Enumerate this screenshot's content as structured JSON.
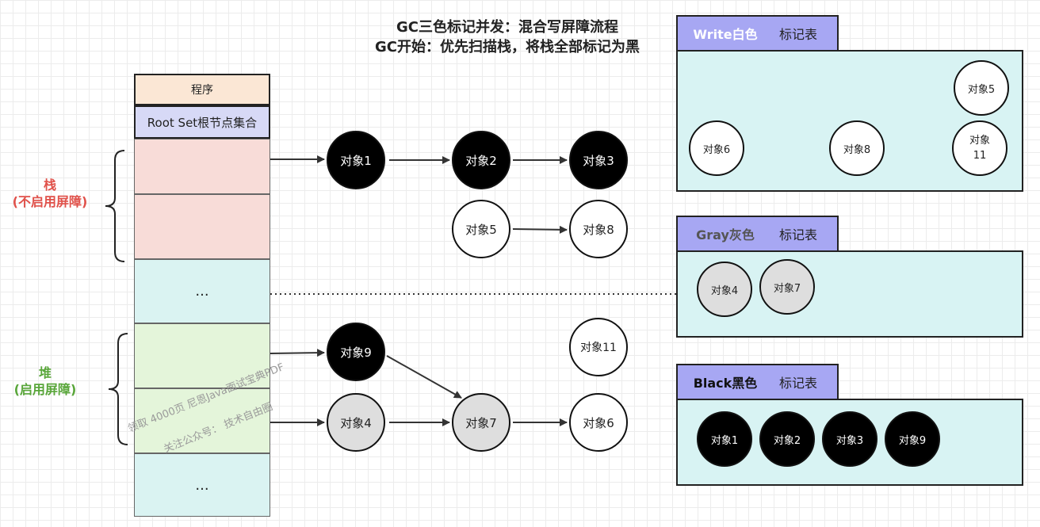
{
  "title": {
    "line1": "GC三色标记并发：混合写屏障流程",
    "line2": "GC开始：优先扫描栈，将栈全部标记为黑"
  },
  "stack_column": {
    "program": "程序",
    "root_set": "Root Set根节点集合",
    "ellipsis_mid": "...",
    "ellipsis_bottom": "..."
  },
  "labels": {
    "stack_main": "栈",
    "stack_sub": "(不启用屏障)",
    "heap_main": "堆",
    "heap_sub": "(启用屏障)"
  },
  "nodes": {
    "n1": "对象1",
    "n2": "对象2",
    "n3": "对象3",
    "n5": "对象5",
    "n8": "对象8",
    "n9": "对象9",
    "n11": "对象11",
    "n4": "对象4",
    "n7": "对象7",
    "n6": "对象6"
  },
  "panels": {
    "white": {
      "title": "Write白色",
      "suffix": "标记表",
      "items": {
        "a": "对象5",
        "b": "对象6",
        "c": "对象8",
        "d": "对象\n11"
      }
    },
    "gray": {
      "title": "Gray灰色",
      "suffix": "标记表",
      "items": {
        "a": "对象4",
        "b": "对象7"
      }
    },
    "black": {
      "title": "Black黑色",
      "suffix": "标记表",
      "items": {
        "a": "对象1",
        "b": "对象2",
        "c": "对象3",
        "d": "对象9"
      }
    }
  },
  "watermark": {
    "line1": "领取 4000页 尼恩Java面试宝典PDF",
    "line2": "关注公众号： 技术自由圈"
  },
  "colors": {
    "program_bg": "#fbe7d5",
    "rootset_bg": "#d7d9f6",
    "stack_bg": "#f8dcd8",
    "mid_bg": "#daf3f2",
    "heap_bg": "#e4f5da",
    "stack_label": "#e0514a",
    "heap_label": "#59a63a",
    "panel_bg": "#d8f3f3",
    "tab_bg": "#a7a7f3"
  }
}
